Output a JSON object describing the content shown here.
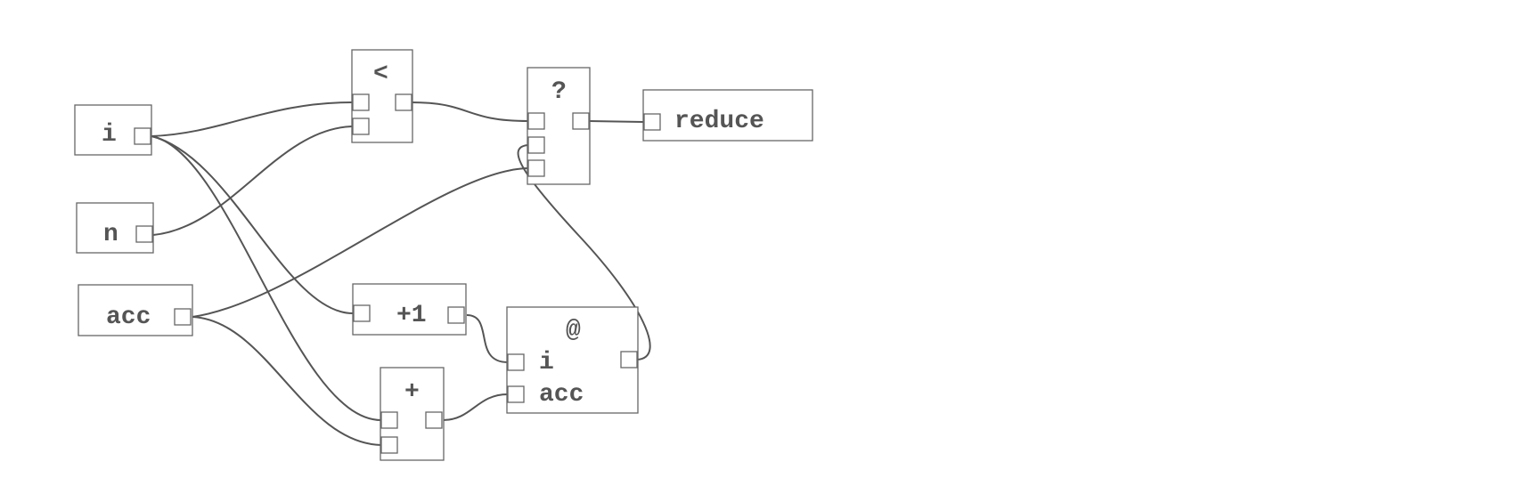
{
  "nodes": {
    "i": "i",
    "n": "n",
    "acc": "acc",
    "lt": "<",
    "cond": "?",
    "reduce": "reduce",
    "inc": "+1",
    "add": "+",
    "call": {
      "title": "@",
      "arg_i": "i",
      "arg_acc": "acc"
    }
  },
  "colors": {
    "stroke": "#666666",
    "wire": "#555555",
    "text": "#555555",
    "background": "#ffffff"
  }
}
